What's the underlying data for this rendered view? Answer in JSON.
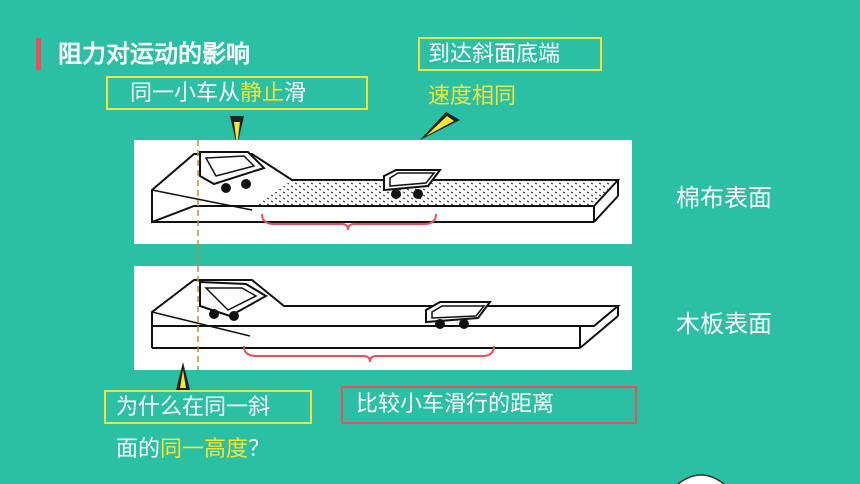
{
  "title": "阻力对运动的影响",
  "callout_top_left": {
    "text_plain": "同一小车从",
    "text_highlight": "静止",
    "text_end": "滑"
  },
  "callout_top_right": {
    "boxed": "到达斜面底端",
    "below": "速度相同"
  },
  "surfaces": {
    "cotton": "棉布表面",
    "wood": "木板表面"
  },
  "callout_bottom_left": {
    "boxed": "为什么在同一斜",
    "line2_plain": "面的",
    "line2_highlight": "同一高度",
    "line2_end": "？"
  },
  "callout_bottom_right": {
    "boxed": "比较小车滑行的距离"
  },
  "colors": {
    "background": "#2bbfa3",
    "accent_red": "#e8505b",
    "highlight_yellow": "#f2e53a",
    "text": "#ffffff"
  }
}
